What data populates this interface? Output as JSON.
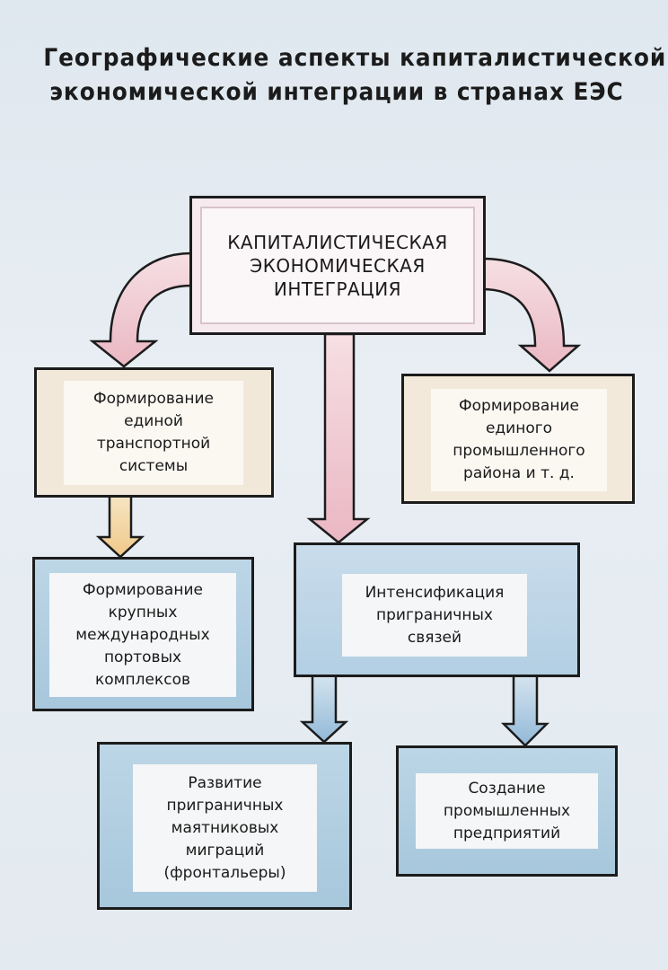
{
  "title": {
    "line1": "Географические аспекты капиталистической",
    "line2": "экономической интеграции в странах ЕЭС"
  },
  "nodes": {
    "center": [
      "КАПИТАЛИСТИЧЕСКАЯ",
      "ЭКОНОМИЧЕСКАЯ",
      "ИНТЕГРАЦИЯ"
    ],
    "transport": [
      "Формирование",
      "единой",
      "транспортной",
      "системы"
    ],
    "industrial_region": [
      "Формирование",
      "единого",
      "промышленного",
      "района и т. д."
    ],
    "ports": [
      "Формирование",
      "крупных",
      "международных",
      "портовых",
      "комплексов"
    ],
    "border": [
      "Интенсификация",
      "приграничных",
      "связей"
    ],
    "migrations": [
      "Развитие",
      "приграничных",
      "маятниковых",
      "миграций",
      "(фронтальеры)"
    ],
    "enterprises": [
      "Создание",
      "промышленных",
      "предприятий"
    ]
  },
  "colors": {
    "outline": "#1c1c1c",
    "pink_arrow": "#efc6cf",
    "peach_arrow": "#f3d5a8",
    "blue_arrow": "#a9c8e0",
    "blue_box": "#bcd6e6",
    "cream_box": "#f4ead8"
  }
}
